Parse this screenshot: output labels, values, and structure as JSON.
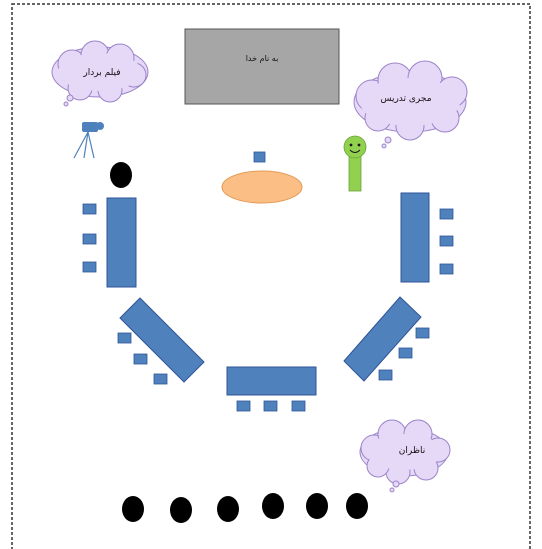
{
  "board": {
    "label": "به نام خدا"
  },
  "clouds": {
    "camera_operator": "فیلم بردار",
    "presenter": "مجری تدریس",
    "observers": "ناظران"
  },
  "colors": {
    "table_fill": "#4f81bd",
    "table_stroke": "#2f5597",
    "board_fill": "#a6a6a6",
    "cloud_fill": "#e6d8f7",
    "cloud_stroke": "#9b84c9",
    "oval_fill": "#fbbf85",
    "oval_stroke": "#e39a55",
    "figure_green": "#92d050",
    "seat_black": "#000000",
    "camera_blue": "#4f81bd"
  },
  "icons": [
    "camera-icon",
    "smiley-figure-icon"
  ]
}
